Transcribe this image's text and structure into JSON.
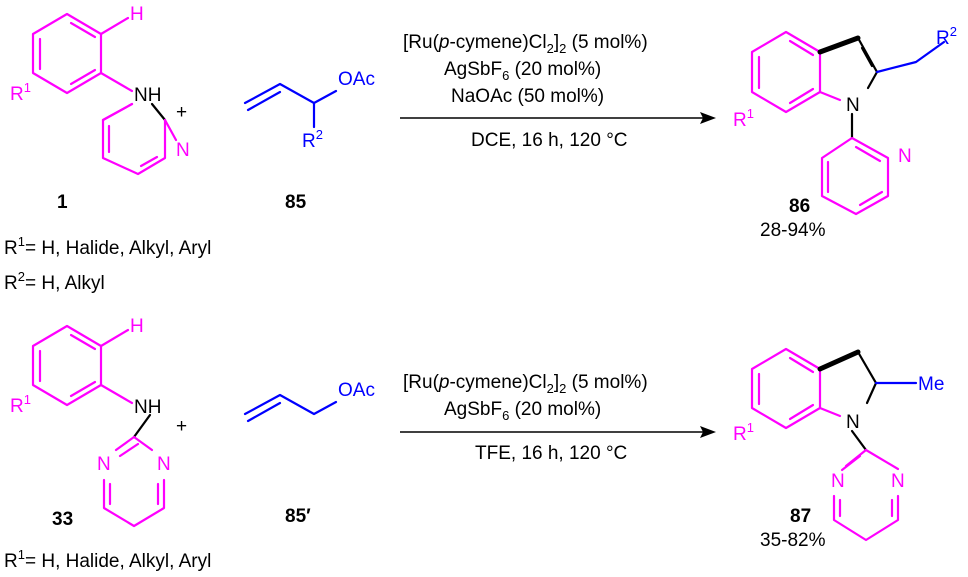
{
  "scheme": {
    "reaction1": {
      "reactant_a": {
        "number": "1",
        "atom_H": "H",
        "atom_NH": "NH",
        "atom_N": "N",
        "substituent": "R",
        "substituent_index": "1"
      },
      "plus": "+",
      "reactant_b": {
        "number": "85",
        "group": "OAc",
        "substituent": "R",
        "substituent_index": "2"
      },
      "conditions": {
        "catalyst_pre": "[Ru(",
        "catalyst_italic": "p",
        "catalyst_mid": "-cymene)Cl",
        "catalyst_sub1": "2",
        "catalyst_close": "]",
        "catalyst_sub2": "2",
        "catalyst_loading": " (5 mol%)",
        "additive": "AgSbF",
        "additive_sub": "6",
        "additive_loading": " (20 mol%)",
        "base": "NaOAc (50 mol%)",
        "solvent_time_temp": "DCE, 16 h, 120 °C"
      },
      "product": {
        "number": "86",
        "yield": "28-94%",
        "atom_N": "N",
        "atom_N_pyridine": "N",
        "substituent_r1": "R",
        "substituent_r1_index": "1",
        "substituent_r2": "R",
        "substituent_r2_index": "2"
      },
      "definitions": [
        {
          "symbol": "R",
          "index": "1",
          "text": "= H, Halide, Alkyl, Aryl"
        },
        {
          "symbol": "R",
          "index": "2",
          "text": "= H, Alkyl"
        }
      ]
    },
    "reaction2": {
      "reactant_a": {
        "number": "33",
        "atom_H": "H",
        "atom_NH": "NH",
        "atom_N1": "N",
        "atom_N2": "N",
        "substituent": "R",
        "substituent_index": "1"
      },
      "plus": "+",
      "reactant_b": {
        "number": "85′",
        "group": "OAc"
      },
      "conditions": {
        "catalyst_pre": "[Ru(",
        "catalyst_italic": "p",
        "catalyst_mid": "-cymene)Cl",
        "catalyst_sub1": "2",
        "catalyst_close": "]",
        "catalyst_sub2": "2",
        "catalyst_loading": " (5 mol%)",
        "additive": "AgSbF",
        "additive_sub": "6",
        "additive_loading": " (20 mol%)",
        "solvent_time_temp": "TFE, 16 h, 120 °C"
      },
      "product": {
        "number": "87",
        "yield": "35-82%",
        "atom_N": "N",
        "atom_N1": "N",
        "atom_N2": "N",
        "substituent_r1": "R",
        "substituent_r1_index": "1",
        "methyl": "Me"
      },
      "definitions": [
        {
          "symbol": "R",
          "index": "1",
          "text": "= H, Halide, Alkyl, Aryl"
        }
      ]
    }
  },
  "colors": {
    "aryl_ring": "#ff00ff",
    "allyl_fragment": "#0000ff",
    "new_bonds": "#000000"
  }
}
